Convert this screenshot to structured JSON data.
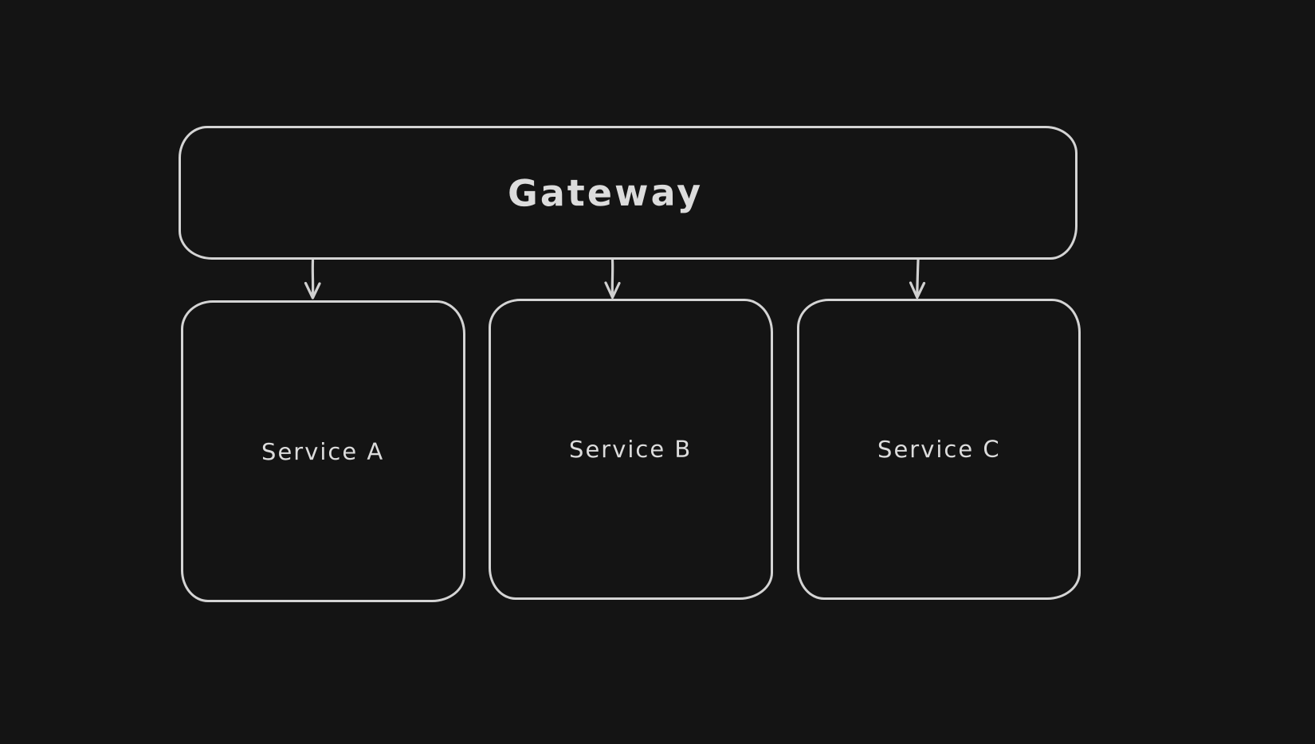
{
  "diagram": {
    "type": "flowchart",
    "nodes": [
      {
        "id": "gateway",
        "label": "Gateway"
      },
      {
        "id": "service-a",
        "label": "Service A"
      },
      {
        "id": "service-b",
        "label": "Service B"
      },
      {
        "id": "service-c",
        "label": "Service C"
      }
    ],
    "edges": [
      {
        "from": "Gateway",
        "to": "Service A",
        "arrowhead": "open-v",
        "direction": "down"
      },
      {
        "from": "Gateway",
        "to": "Service B",
        "arrowhead": "open-v",
        "direction": "down"
      },
      {
        "from": "Gateway",
        "to": "Service C",
        "arrowhead": "open-v",
        "direction": "down"
      }
    ]
  },
  "colors": {
    "canvas_background": "#141414",
    "node_stroke": "#d4d4d4",
    "label_text": "#dcdcdc",
    "arrow": "#d0d0d0"
  }
}
